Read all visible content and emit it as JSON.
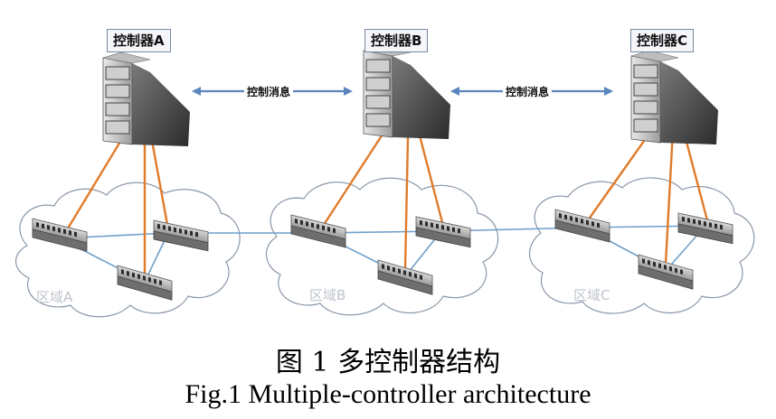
{
  "controllers": [
    {
      "id": "A",
      "label": "控制器A"
    },
    {
      "id": "B",
      "label": "控制器B"
    },
    {
      "id": "C",
      "label": "控制器C"
    }
  ],
  "messages": [
    {
      "label": "控制消息"
    },
    {
      "label": "控制消息"
    }
  ],
  "zones": [
    {
      "label": "区域A"
    },
    {
      "label": "区域B"
    },
    {
      "label": "区域C"
    }
  ],
  "caption": {
    "cn": "图 1 多控制器结构",
    "en": "Fig.1 Multiple-controller architecture"
  },
  "colors": {
    "control_link": "#e07b2a",
    "data_link": "#6f9fc9",
    "message_arrow": "#5a86bd",
    "cloud_stroke": "#8a97a8"
  },
  "icons": {
    "controller": "server-rack-icon",
    "switch": "network-switch-icon",
    "zone": "cloud-icon"
  }
}
